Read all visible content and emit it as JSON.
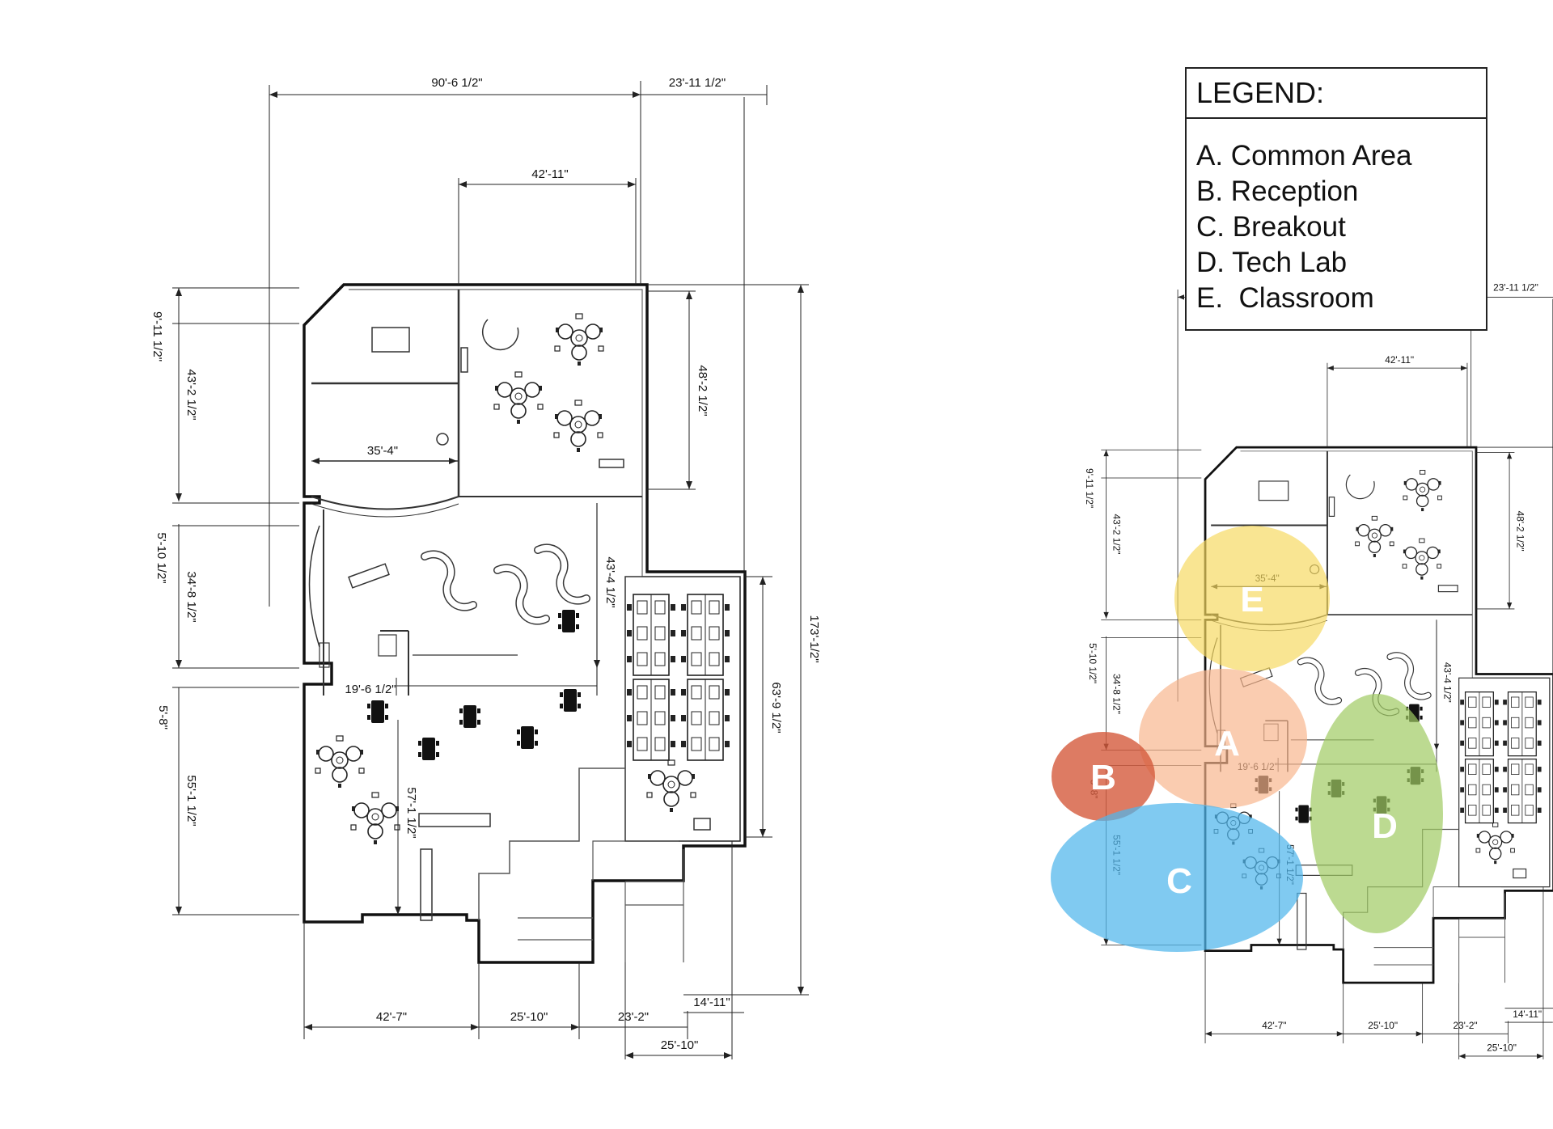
{
  "colors": {
    "zone_a": "#f7b48a",
    "zone_b": "#d45a3c",
    "zone_c": "#4fb5ec",
    "zone_d": "#9fcb62",
    "zone_e": "#f6d95e"
  },
  "legend": {
    "title": "LEGEND:",
    "items": [
      "A. Common Area",
      "B. Reception",
      "C. Breakout",
      "D. Tech Lab",
      "E.  Classroom"
    ]
  },
  "dimensions": {
    "top_total": "90'-6 1/2\"",
    "top_right": "23'-11 1/2\"",
    "top_inner": "42'-11\"",
    "room_width": "35'-4\"",
    "corridor_width": "19'-6 1/2\"",
    "left_1": "9'-11 1/2\"",
    "left_2": "43'-2 1/2\"",
    "left_3": "5'-10 1/2\"",
    "left_4": "34'-8 1/2\"",
    "left_5": "5'-8\"",
    "left_6": "55'-1 1/2\"",
    "mid_1": "48'-2 1/2\"",
    "mid_2": "43'-4 1/2\"",
    "mid_3": "57'-1 1/2\"",
    "right_1": "63'-9 1/2\"",
    "right_total": "173'-1/2\"",
    "bottom_1": "42'-7\"",
    "bottom_2": "25'-10\"",
    "bottom_3": "23'-2\"",
    "bottom_4": "25'-10\"",
    "bottom_notch": "14'-11\""
  },
  "zones": {
    "a": "A",
    "b": "B",
    "c": "C",
    "d": "D",
    "e": "E"
  }
}
